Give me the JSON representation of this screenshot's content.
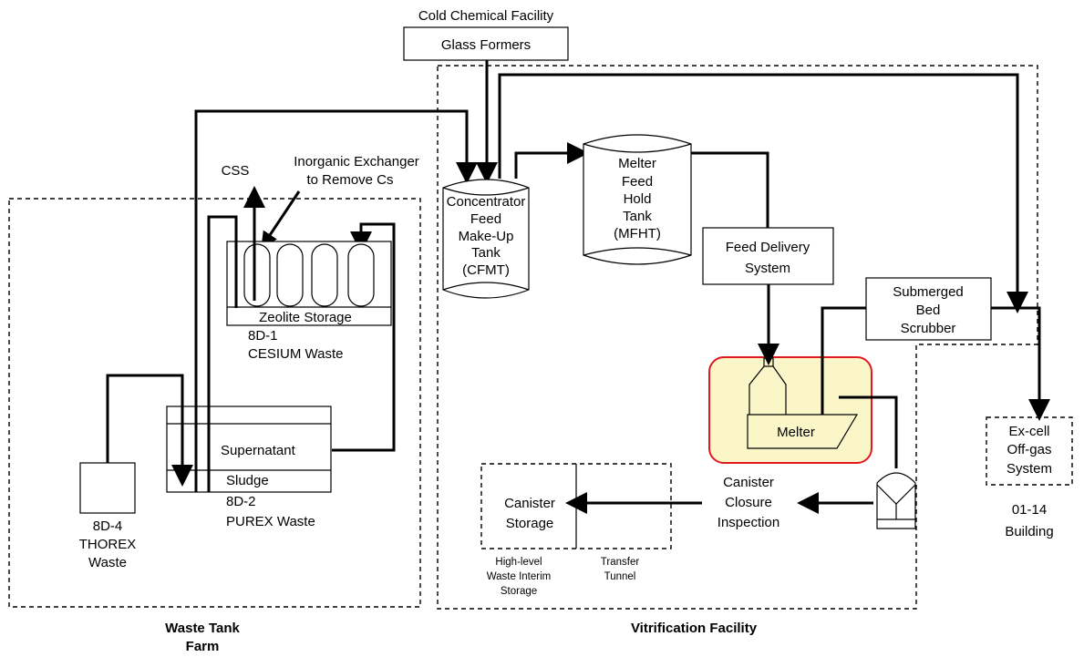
{
  "labels": {
    "cold_chemical_facility": "Cold Chemical Facility",
    "glass_formers": "Glass Formers",
    "css": "CSS",
    "inorganic_exchanger_1": "Inorganic Exchanger",
    "inorganic_exchanger_2": "to Remove Cs",
    "zeolite_storage": "Zeolite Storage",
    "tank_8d1_id": "8D-1",
    "tank_8d1_name": "CESIUM Waste",
    "supernatant": "Supernatant",
    "sludge": "Sludge",
    "tank_8d2_id": "8D-2",
    "tank_8d2_name": "PUREX Waste",
    "tank_8d4_id": "8D-4",
    "tank_8d4_name_1": "THOREX",
    "tank_8d4_name_2": "Waste",
    "waste_tank_farm_1": "Waste Tank",
    "waste_tank_farm_2": "Farm",
    "cfmt_1": "Concentrator",
    "cfmt_2": "Feed",
    "cfmt_3": "Make-Up",
    "cfmt_4": "Tank",
    "cfmt_5": "(CFMT)",
    "mfht_1": "Melter",
    "mfht_2": "Feed",
    "mfht_3": "Hold",
    "mfht_4": "Tank",
    "mfht_5": "(MFHT)",
    "feed_delivery_1": "Feed Delivery",
    "feed_delivery_2": "System",
    "sbs_1": "Submerged",
    "sbs_2": "Bed",
    "sbs_3": "Scrubber",
    "melter": "Melter",
    "canister_closure_1": "Canister",
    "canister_closure_2": "Closure",
    "canister_closure_3": "Inspection",
    "canister_storage_1": "Canister",
    "canister_storage_2": "Storage",
    "hlw_storage_1": "High-level",
    "hlw_storage_2": "Waste Interim",
    "hlw_storage_3": "Storage",
    "transfer_tunnel_1": "Transfer",
    "transfer_tunnel_2": "Tunnel",
    "offgas_1": "Ex-cell",
    "offgas_2": "Off-gas",
    "offgas_3": "System",
    "building_1": "01-14",
    "building_2": "Building",
    "vitrification_facility": "Vitrification Facility"
  },
  "colors": {
    "melter_highlight_fill": "#fbf6c8",
    "melter_highlight_border": "#e0191e"
  }
}
